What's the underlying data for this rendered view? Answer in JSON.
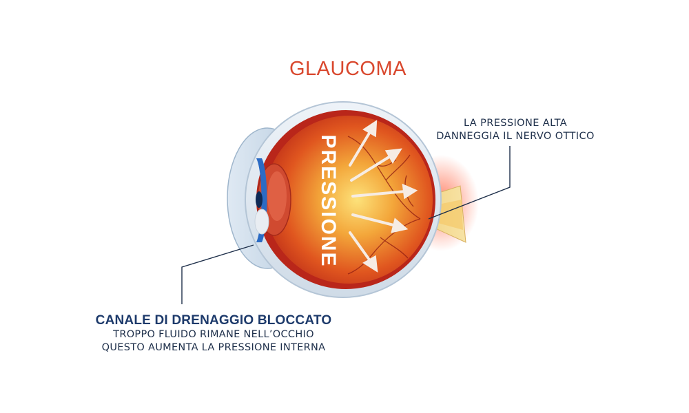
{
  "title": "GLAUCOMA",
  "eye_label": "PRESSIONE",
  "callout_right": {
    "line1": "LA PRESSIONE ALTA",
    "line2": "DANNEGGIA IL NERVO OTTICO"
  },
  "callout_left": {
    "heading": "CANALE DI DRENAGGIO BLOCCATO",
    "line1": "TROPPO FLUIDO RIMANE NELL’OCCHIO",
    "line2": "QUESTO AUMENTA LA PRESSIONE INTERNA"
  },
  "colors": {
    "title": "#d9472d",
    "heading": "#1d3a6b",
    "text": "#1e2f4a",
    "eye_red": "#c8321c",
    "eye_glow": "#f7c23a"
  }
}
